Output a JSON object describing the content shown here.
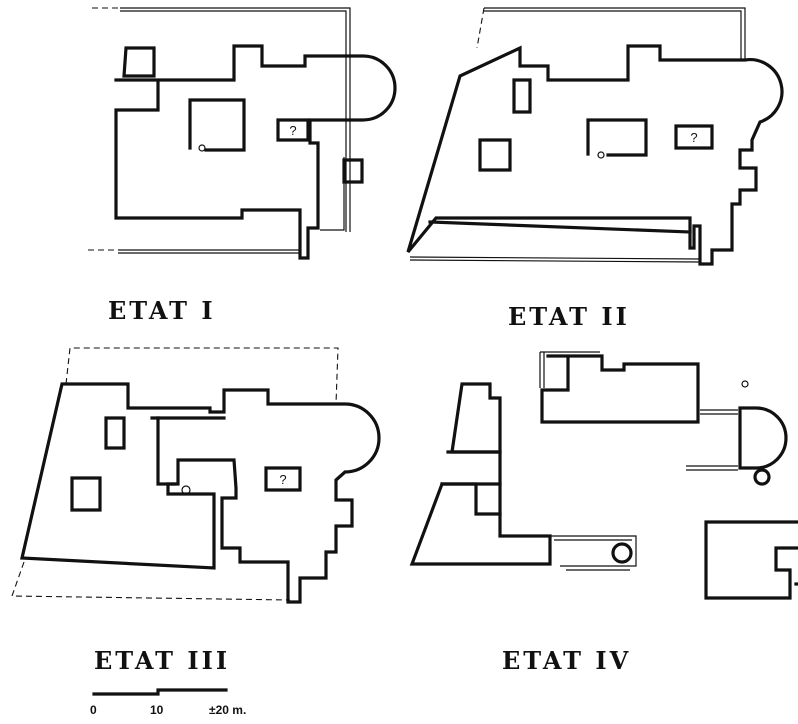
{
  "plans": [
    {
      "id": "etat-1",
      "label": "ETAT I",
      "unknown_mark": "?"
    },
    {
      "id": "etat-2",
      "label": "ETAT II",
      "unknown_mark": "?"
    },
    {
      "id": "etat-3",
      "label": "ETAT III",
      "unknown_mark": "?"
    },
    {
      "id": "etat-4",
      "label": "ETAT IV"
    }
  ],
  "scale_bar": {
    "ticks": [
      "0",
      "10",
      "±20 m."
    ]
  }
}
